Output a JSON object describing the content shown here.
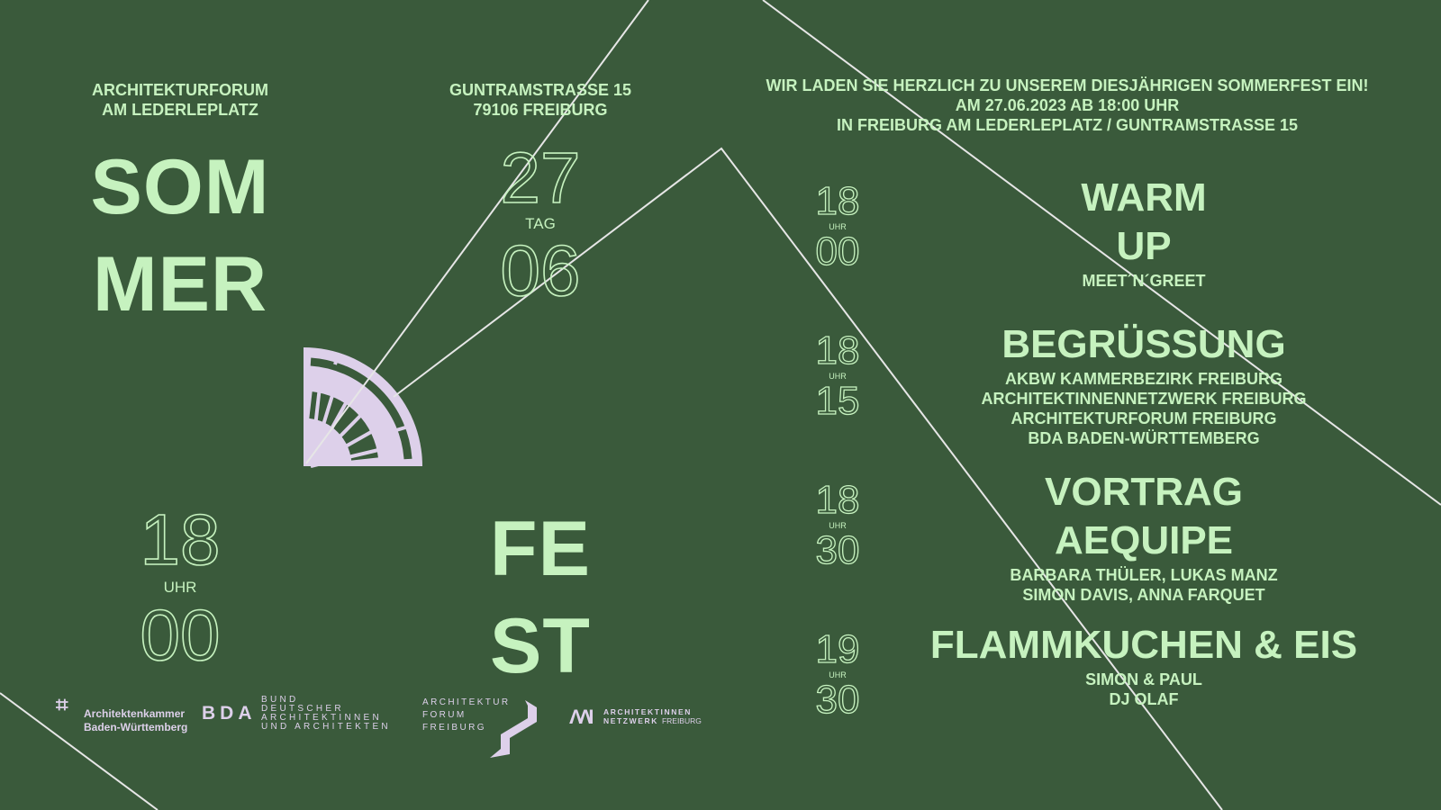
{
  "header": {
    "venue_line1": "ARCHITEKTURFORUM",
    "venue_line2": "AM LEDERLEPLATZ",
    "address_line1": "GUNTRAMSTRASSE 15",
    "address_line2": "79106 FREIBURG",
    "invite_line1": "WIR LADEN SIE HERZLICH ZU UNSEREM DIESJÄHRIGEN SOMMERFEST EIN!",
    "invite_line2": "AM 27.06.2023 AB 18:00 UHR",
    "invite_line3": "IN FREIBURG AM LEDERLEPLATZ / GUNTRAMSTRASSE 15"
  },
  "title": {
    "part1": "SOM",
    "part2": "MER",
    "part3": "FE",
    "part4": "ST"
  },
  "date": {
    "day": "27",
    "day_label": "TAG",
    "month": "06"
  },
  "start_time": {
    "hour": "18",
    "label": "UHR",
    "minute": "00"
  },
  "program": [
    {
      "hour": "18",
      "uhr": "UHR",
      "minute": "00",
      "title_lines": [
        "WARM",
        "UP"
      ],
      "details": [
        "MEET´N´GREET"
      ]
    },
    {
      "hour": "18",
      "uhr": "UHR",
      "minute": "15",
      "title_lines": [
        "BEGRÜSSUNG"
      ],
      "details": [
        "AKBW KAMMERBEZIRK FREIBURG",
        "ARCHITEKTINNENNETZWERK FREIBURG",
        "ARCHITEKTURFORUM FREIBURG",
        "BDA BADEN-WÜRTTEMBERG"
      ]
    },
    {
      "hour": "18",
      "uhr": "UHR",
      "minute": "30",
      "title_lines": [
        "VORTRAG",
        "AEQUIPE"
      ],
      "details": [
        "BARBARA THÜLER, LUKAS MANZ",
        "SIMON DAVIS, ANNA FARQUET"
      ]
    },
    {
      "hour": "19",
      "uhr": "UHR",
      "minute": "30",
      "title_lines": [
        "FLAMMKUCHEN & EIS"
      ],
      "details": [
        "SIMON & PAUL",
        "DJ OLAF"
      ]
    }
  ],
  "logos": {
    "akbw": [
      "Architektenkammer",
      "Baden-Württemberg"
    ],
    "bda_abbr": "BDA",
    "bda": [
      "BUND",
      "DEUTSCHER",
      "ARCHITEKTINNEN",
      "UND ARCHITEKTEN"
    ],
    "forum": [
      "ARCHITEKTUR",
      "FORUM",
      "FREIBURG"
    ],
    "netzwerk": [
      "ARCHITEKTINNEN",
      "NETZWERK",
      "FREIBURG"
    ]
  },
  "colors": {
    "background": "#3a5a3b",
    "text": "#c6f2bf",
    "accent": "#ddd0ea",
    "lines": "#e8e8e8"
  }
}
